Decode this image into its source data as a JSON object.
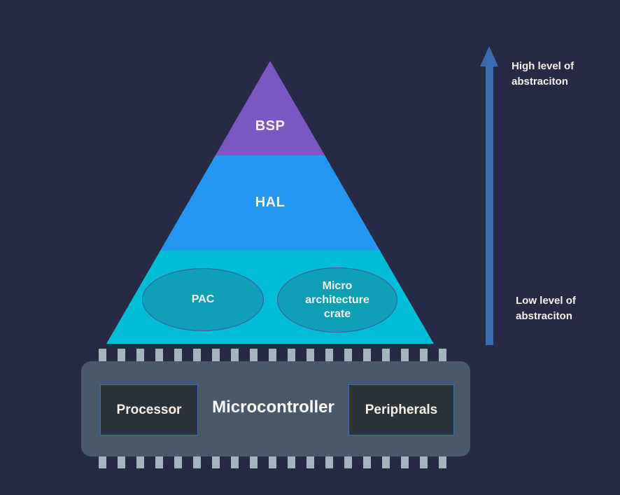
{
  "background_color": "#272a45",
  "text_color": "#f6f2ec",
  "pyramid": {
    "levels": [
      {
        "id": "bsp",
        "label": "BSP",
        "color": "#7b57c4"
      },
      {
        "id": "hal",
        "label": "HAL",
        "color": "#2397f2"
      },
      {
        "id": "crates",
        "label": "",
        "color": "#00bdd6"
      }
    ],
    "ellipses": [
      {
        "label": "PAC"
      },
      {
        "label": "Micro architecture crate"
      }
    ],
    "ellipse_fill": "#0f9fb5",
    "ellipse_border": "#4450a8"
  },
  "axis": {
    "high_label": "High level of abstraciton",
    "low_label": "Low level of abstraciton",
    "arrow_color": "#3a6cb2"
  },
  "chip": {
    "label": "Microcontroller",
    "left_block": "Processor",
    "right_block": "Peripherals",
    "body_color": "#47596a",
    "pin_color": "#a3b4bf",
    "pins_per_row": 19,
    "block_fill": "#2c3338",
    "block_border": "#2f6fbe"
  }
}
